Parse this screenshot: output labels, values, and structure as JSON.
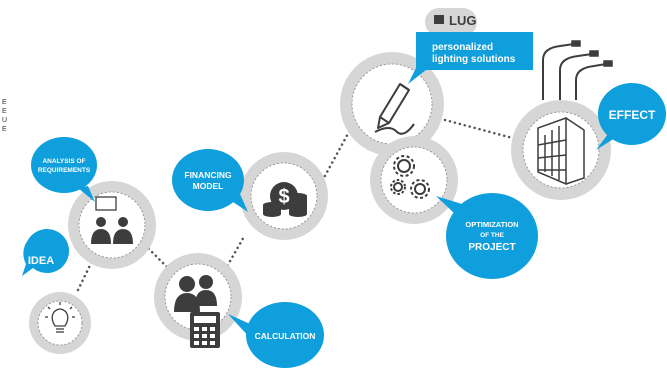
{
  "side_letters": [
    "E",
    "E",
    "U",
    "E"
  ],
  "brand": {
    "logo_text": "LUG"
  },
  "bubbles": {
    "idea": "IDEA",
    "analysis": [
      "ANALYSIS OF",
      "REQUIREMENTS"
    ],
    "financing": [
      "FINANCING",
      "MODEL"
    ],
    "calculation": "CALCULATION",
    "personalized": [
      "personalized",
      "lighting solutions"
    ],
    "optimization": [
      "OPTIMIZATION",
      "OF THE",
      "PROJECT"
    ],
    "effect": "EFFECT"
  },
  "colors": {
    "bubble_blue": "#0f9fdc",
    "ring_gray": "#d6d6d6",
    "icon_dark": "#3d3d3d",
    "dots": "#555555"
  },
  "icons": [
    "lightbulb-icon",
    "meeting-icon",
    "coins-icon",
    "people-calculator-icon",
    "pencil-icon",
    "gears-icon",
    "building-lamp-icon"
  ]
}
